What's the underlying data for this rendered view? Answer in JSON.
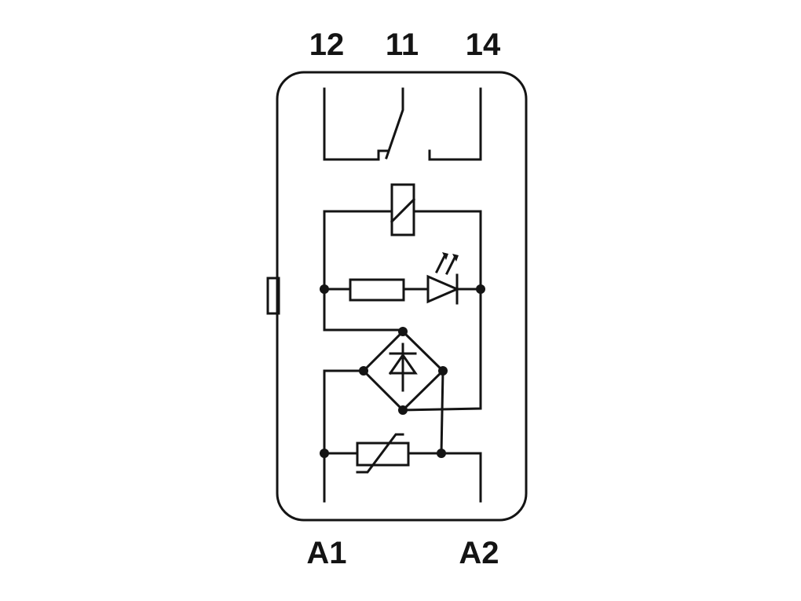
{
  "labels": {
    "terminal_12": "12",
    "terminal_11": "11",
    "terminal_14": "14",
    "terminal_a1": "A1",
    "terminal_a2": "A2"
  },
  "colors": {
    "line": "#141414",
    "background": "#ffffff"
  }
}
